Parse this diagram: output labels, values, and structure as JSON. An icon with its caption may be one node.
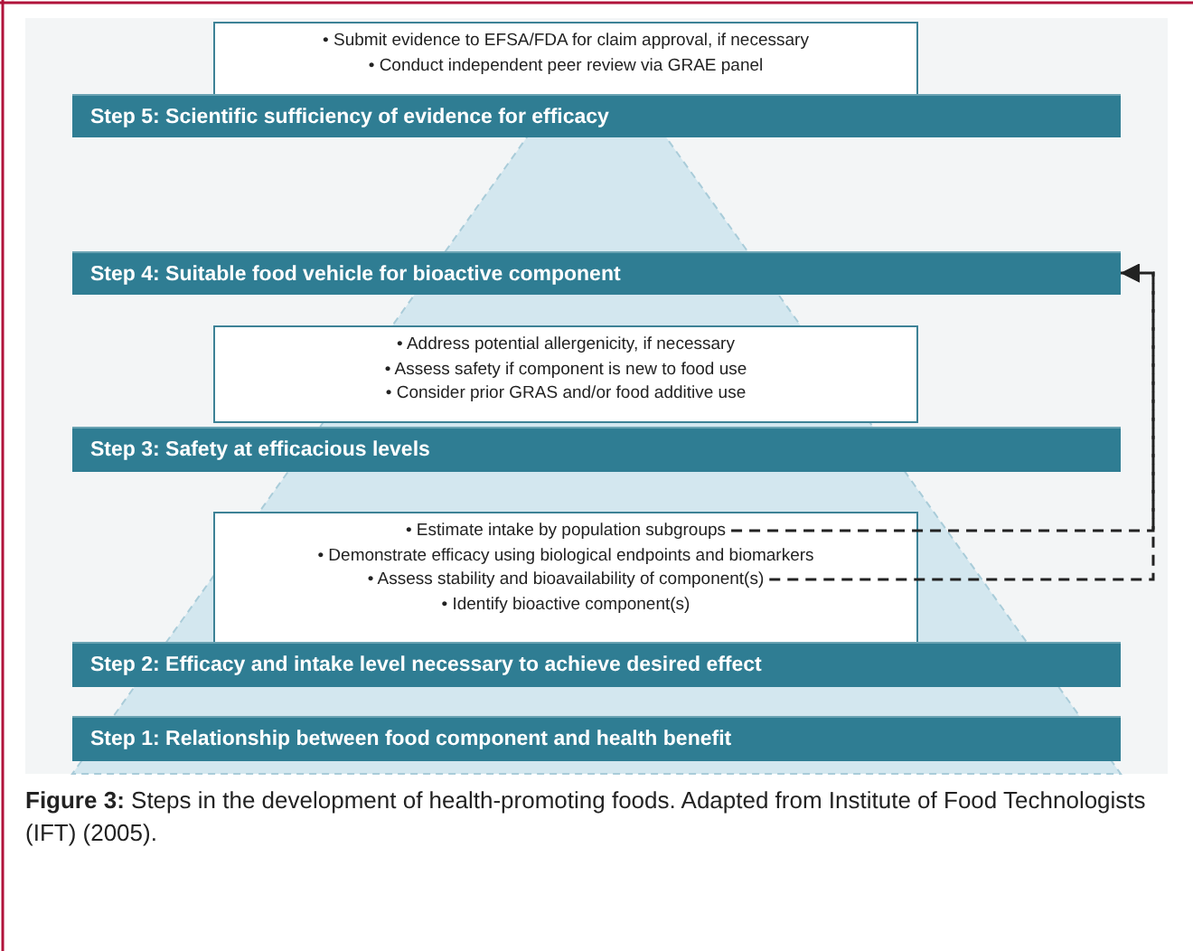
{
  "diagram": {
    "caption": "**Figure 3:** Steps in the development of health-promoting foods. Adapted from Institute of Food Technologists (IFT) (2005).",
    "nodes": [
      {
        "text": [],
        "shape": "box"
      },
      {
        "text": [
          "• Submit evidence to EFSA/FDA for claim approval, if necessary"
        ],
        "in": 0
      },
      {
        "text": [
          "• Conduct independent peer review via GRAE panel"
        ],
        "in": 0
      },
      {
        "text": [
          "Step 5: Scientific sufficiency of evidence for efficacy"
        ]
      },
      {
        "text": [
          "Step 4: Suitable food vehicle for bioactive component"
        ]
      },
      {
        "text": [],
        "shape": "box"
      },
      {
        "text": [
          "• Address potential allergenicity, if necessary"
        ],
        "in": 5
      },
      {
        "text": [
          "• Assess safety if component is new to food use"
        ],
        "in": 5
      },
      {
        "text": [
          "• Consider prior GRAS and/or food additive use"
        ],
        "in": 5
      },
      {
        "text": [
          "Step 3: Safety at efficacious levels"
        ]
      },
      {
        "text": [],
        "shape": "box"
      },
      {
        "text": [
          "• Estimate intake by population subgroups"
        ],
        "in": 10
      },
      {
        "text": [
          "• Demonstrate efficacy using biological endpoints and biomarkers"
        ],
        "in": 10
      },
      {
        "text": [
          "• Assess stability and bioavailability of component(s)"
        ],
        "in": 10
      },
      {
        "text": [
          "• Identify bioactive component(s)"
        ],
        "in": 10
      },
      {
        "text": [
          "Step 2: Efficacy and intake level necessary to achieve desired effect"
        ]
      },
      {
        "text": [
          "Step 1: Relationship between food component and health benefit"
        ]
      }
    ],
    "edges": [
      {
        "from": 11,
        "to": 4,
        "arrow": "to",
        "style": "dashed"
      },
      {
        "from": 13,
        "to": 4,
        "arrow": "to",
        "style": "dashed"
      }
    ]
  }
}
